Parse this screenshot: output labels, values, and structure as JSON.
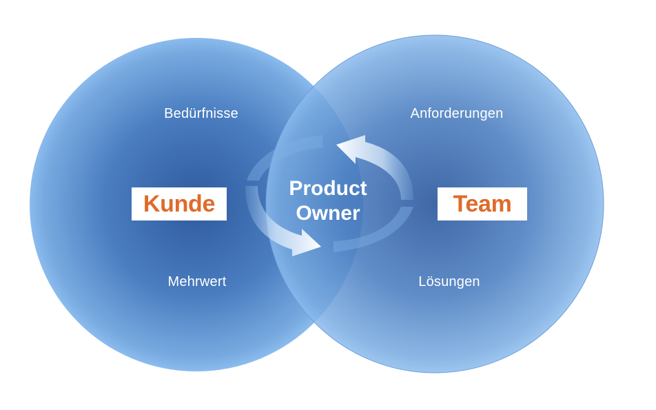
{
  "diagram": {
    "left_circle": {
      "top_label": "Bedürfnisse",
      "box_label": "Kunde",
      "bottom_label": "Mehrwert"
    },
    "right_circle": {
      "top_label": "Anforderungen",
      "box_label": "Team",
      "bottom_label": "Lösungen"
    },
    "center": {
      "line1": "Product",
      "line2": "Owner"
    }
  },
  "colors": {
    "circle_center": "#2f5a9e",
    "circle_edge": "#7fb0e4",
    "accent_text": "#e06a2a",
    "label_text": "#ffffff"
  }
}
